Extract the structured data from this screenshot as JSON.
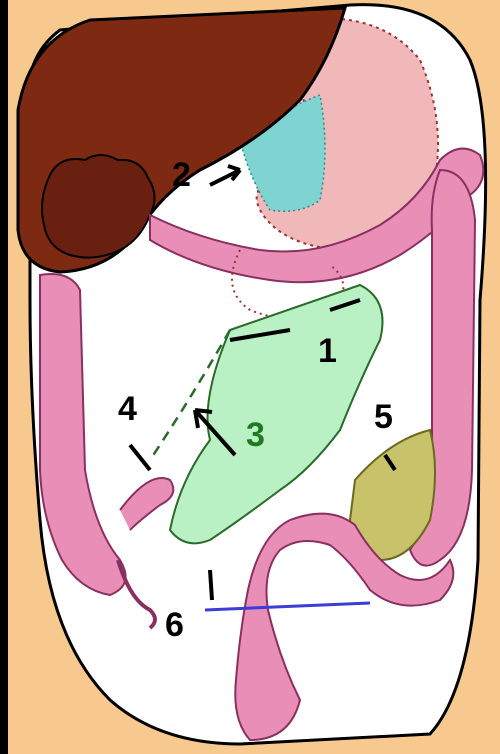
{
  "labels": {
    "l1": "1",
    "l2": "2",
    "l3": "3",
    "l4": "4",
    "l5": "5",
    "l6": "6"
  },
  "colors": {
    "background": "#000000",
    "skin": "#f7c98f",
    "cavity": "#ffffff",
    "liver": "#7e2a12",
    "stomach": "#f0b8b8",
    "lesser_sac": "#7fd3d1",
    "colon": "#e98fb7",
    "mesentery": "#b9f0c4",
    "sigmoid_fossa": "#c8c26a",
    "label_green": "#1f7a1f",
    "blue_line": "#3c3cd8"
  }
}
